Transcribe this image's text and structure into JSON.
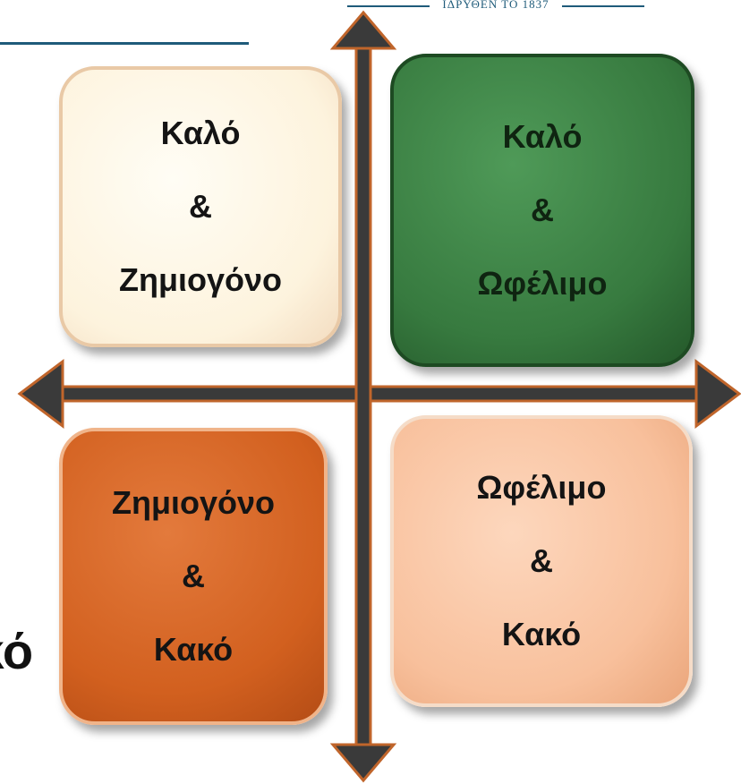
{
  "header": {
    "logo_text": "ΙΔΡΥΘΕΝ ΤΟ 1837"
  },
  "partial_text": "ικό",
  "quadrants": {
    "top_left": {
      "line1": "Καλό",
      "line2": "&",
      "line3": "Ζημιογόνο",
      "fill": "#fdf3dd"
    },
    "top_right": {
      "line1": "Καλό",
      "line2": "&",
      "line3": "Ωφέλιμο",
      "fill": "#377a3f"
    },
    "bottom_left": {
      "line1": "Ζημιογόνο",
      "line2": "&",
      "line3": "Κακό",
      "fill": "#d2601f"
    },
    "bottom_right": {
      "line1": "Ωφέλιμο",
      "line2": "&",
      "line3": "Κακό",
      "fill": "#f8c09c"
    }
  },
  "colors": {
    "axis": "#3a3a3a",
    "axis_outline": "#c0652b",
    "header_rule": "#1f5b7a"
  }
}
